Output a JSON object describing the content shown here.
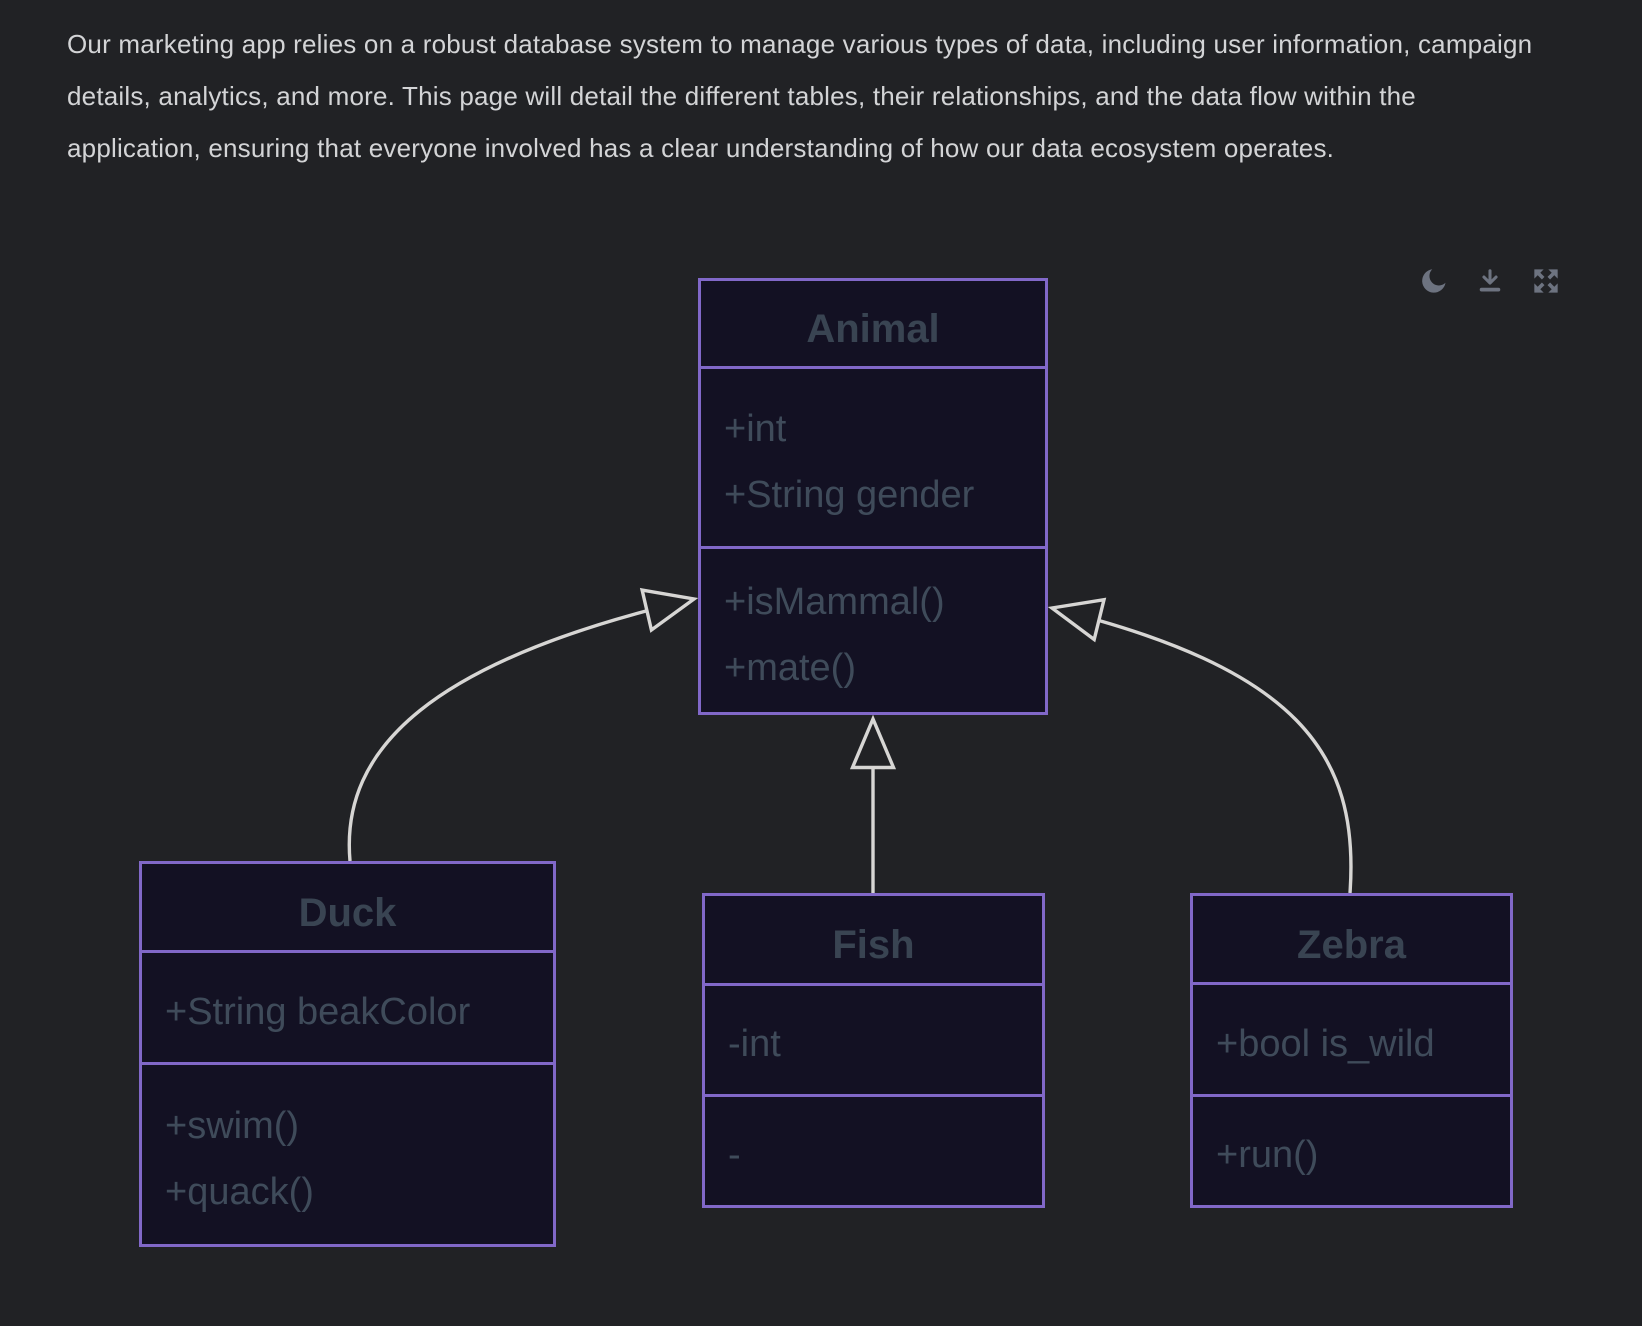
{
  "page": {
    "background": "#212225",
    "intro_text": "Our marketing app relies on a robust database system to manage various types of data, including user information, campaign details, analytics, and more. This page will detail the different tables, their relationships, and the data flow within the application, ensuring that everyone involved has a clear understanding of how our data ecosystem operates."
  },
  "controls": {
    "items": [
      {
        "name": "toggle-dark-mode",
        "icon": "moon-icon"
      },
      {
        "name": "download-diagram",
        "icon": "download-icon"
      },
      {
        "name": "expand-fullscreen",
        "icon": "expand-arrows-icon"
      }
    ],
    "icon_color": "#6d7380"
  },
  "diagram": {
    "type": "uml-class-diagram",
    "colors": {
      "box_fill": "#131123",
      "box_border": "#8168c8",
      "title_text": "#394452",
      "body_text": "#3f4b5a",
      "edge_line": "#d7d6d4"
    },
    "classes": [
      {
        "name": "Animal",
        "attributes": [
          "+int",
          "+String gender"
        ],
        "methods": [
          "+isMammal()",
          "+mate()"
        ]
      },
      {
        "name": "Duck",
        "attributes": [
          "+String beakColor"
        ],
        "methods": [
          "+swim()",
          "+quack()"
        ]
      },
      {
        "name": "Fish",
        "attributes": [
          "-int"
        ],
        "methods": [
          "-"
        ]
      },
      {
        "name": "Zebra",
        "attributes": [
          "+bool is_wild"
        ],
        "methods": [
          "+run()"
        ]
      }
    ],
    "relationships": [
      {
        "from": "Duck",
        "to": "Animal",
        "type": "inheritance"
      },
      {
        "from": "Fish",
        "to": "Animal",
        "type": "inheritance"
      },
      {
        "from": "Zebra",
        "to": "Animal",
        "type": "inheritance"
      }
    ]
  }
}
